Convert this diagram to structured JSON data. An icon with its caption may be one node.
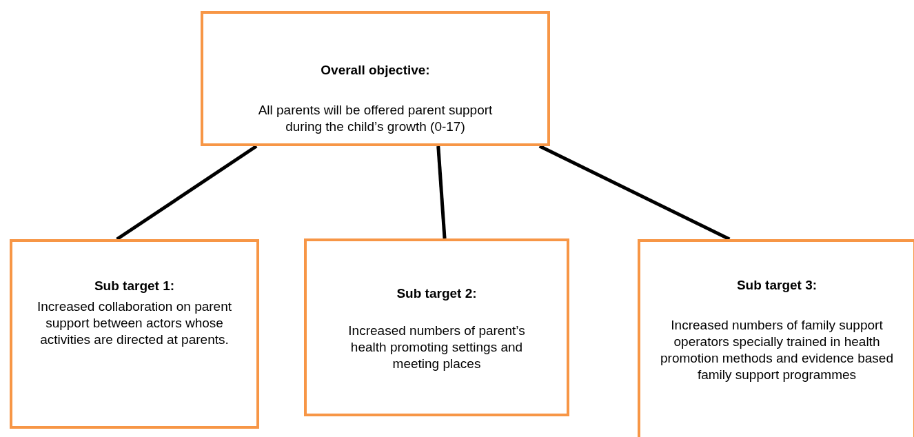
{
  "diagram": {
    "nodes": [
      {
        "text": [
          "Overall objective:",
          "All parents will be offered parent support during the child’s growth (0-17)"
        ]
      },
      {
        "text": [
          "Sub target 1:",
          "Increased collaboration on parent support between actors whose activities are directed at parents."
        ]
      },
      {
        "text": [
          "Sub target 2:",
          "Increased numbers of parent’s health promoting settings and meeting places"
        ]
      },
      {
        "text": [
          "Sub target 3:",
          "Increased numbers of family support operators specially trained in health promotion methods and evidence based family support programmes"
        ]
      }
    ],
    "edges": [
      {
        "from": 0,
        "to": 1,
        "arrow": "none"
      },
      {
        "from": 0,
        "to": 2,
        "arrow": "none"
      },
      {
        "from": 0,
        "to": 3,
        "arrow": "none"
      }
    ]
  }
}
